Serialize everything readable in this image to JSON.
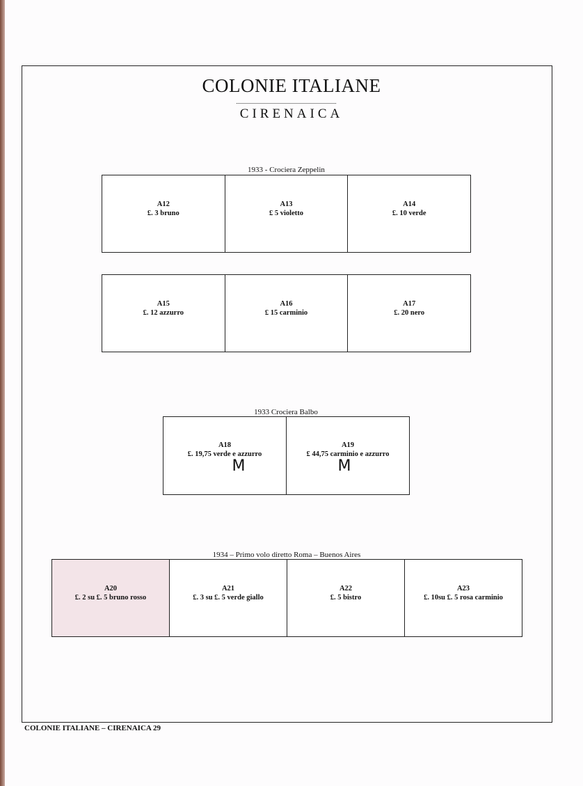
{
  "header": {
    "title": "COLONIE ITALIANE",
    "subtitle": "CIRENAICA"
  },
  "sections": [
    {
      "label": "1933 - Crociera Zeppelin",
      "rows": [
        [
          {
            "code": "A12",
            "desc": "£. 3 bruno"
          },
          {
            "code": "A13",
            "desc": "£ 5 violetto"
          },
          {
            "code": "A14",
            "desc": "£. 10 verde"
          }
        ],
        [
          {
            "code": "A15",
            "desc": "£. 12 azzurro"
          },
          {
            "code": "A16",
            "desc": "£ 15 carminio"
          },
          {
            "code": "A17",
            "desc": "£. 20 nero"
          }
        ]
      ]
    },
    {
      "label": "1933 Crociera Balbo",
      "rows": [
        [
          {
            "code": "A18",
            "desc": "£. 19,75 verde e azzurro",
            "mark": "M"
          },
          {
            "code": "A19",
            "desc": "£ 44,75 carminio e azzurro",
            "mark": "M"
          }
        ]
      ]
    },
    {
      "label": "1934 – Primo volo diretto Roma – Buenos Aires",
      "rows": [
        [
          {
            "code": "A20",
            "desc": "£. 2 su £. 5 bruno rosso"
          },
          {
            "code": "A21",
            "desc": "£. 3 su £. 5 verde giallo"
          },
          {
            "code": "A22",
            "desc": "£. 5 bistro"
          },
          {
            "code": "A23",
            "desc": "£. 10su £. 5  rosa carminio"
          }
        ]
      ]
    }
  ],
  "footer": {
    "text": "COLONIE ITALIANE –  CIRENAICA 29"
  }
}
